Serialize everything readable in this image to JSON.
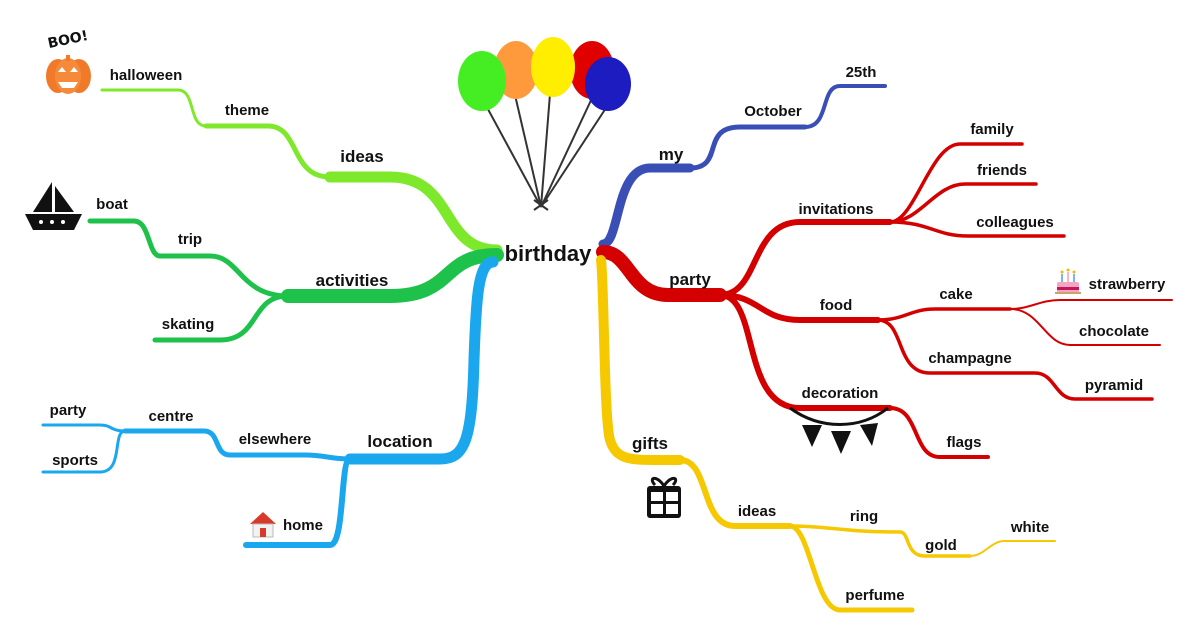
{
  "mindmap": {
    "center": "birthday",
    "colors": {
      "ideas": "#7ee82a",
      "activities": "#1ec24a",
      "location": "#1aa7ee",
      "my": "#3a4fb5",
      "party": "#d40000",
      "gifts": "#f5c800"
    },
    "ideas": {
      "label": "ideas",
      "theme": "theme",
      "halloween": "halloween",
      "boo": "BOO!"
    },
    "activities": {
      "label": "activities",
      "trip": "trip",
      "boat": "boat",
      "skating": "skating"
    },
    "location": {
      "label": "location",
      "elsewhere": "elsewhere",
      "centre": "centre",
      "party": "party",
      "sports": "sports",
      "home": "home"
    },
    "my": {
      "label": "my",
      "october": "October",
      "day": "25th"
    },
    "party": {
      "label": "party",
      "invitations": "invitations",
      "family": "family",
      "friends": "friends",
      "colleagues": "colleagues",
      "food": "food",
      "cake": "cake",
      "strawberry": "strawberry",
      "chocolate": "chocolate",
      "champagne": "champagne",
      "pyramid": "pyramid",
      "decoration": "decoration",
      "flags": "flags"
    },
    "gifts": {
      "label": "gifts",
      "ideas": "ideas",
      "ring": "ring",
      "gold": "gold",
      "white": "white",
      "perfume": "perfume"
    },
    "icons": [
      "balloons-icon",
      "pumpkin-icon",
      "boat-icon",
      "house-icon",
      "cake-icon",
      "bunting-icon",
      "gift-icon"
    ]
  }
}
